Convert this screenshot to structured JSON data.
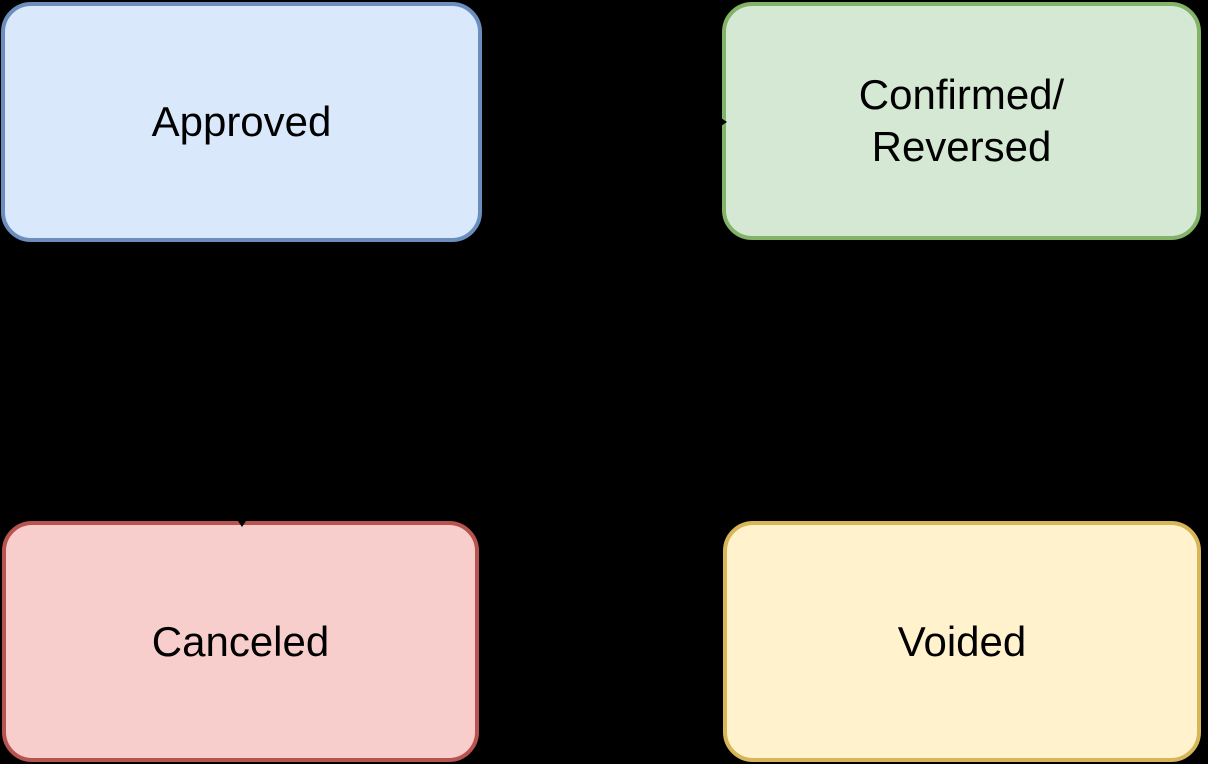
{
  "diagram": {
    "type": "state-diagram",
    "background_color": "#000000",
    "text_color": "#000000",
    "connector_color": "#000000",
    "nodes": [
      {
        "id": "approved",
        "label": "Approved",
        "fill": "#dae8fc",
        "stroke": "#6c8ebf"
      },
      {
        "id": "confirmed-reversed",
        "label": "Confirmed/\nReversed",
        "fill": "#d5e8d4",
        "stroke": "#82b366"
      },
      {
        "id": "canceled",
        "label": "Canceled",
        "fill": "#f8cecc",
        "stroke": "#b85450"
      },
      {
        "id": "voided",
        "label": "Voided",
        "fill": "#fff2cc",
        "stroke": "#d6b656"
      }
    ],
    "icons": {
      "arrowhead-right": "black triangle arrow tip pointing right into confirmed-reversed node",
      "arrowhead-down": "black triangle arrow tip pointing down into canceled node"
    }
  }
}
